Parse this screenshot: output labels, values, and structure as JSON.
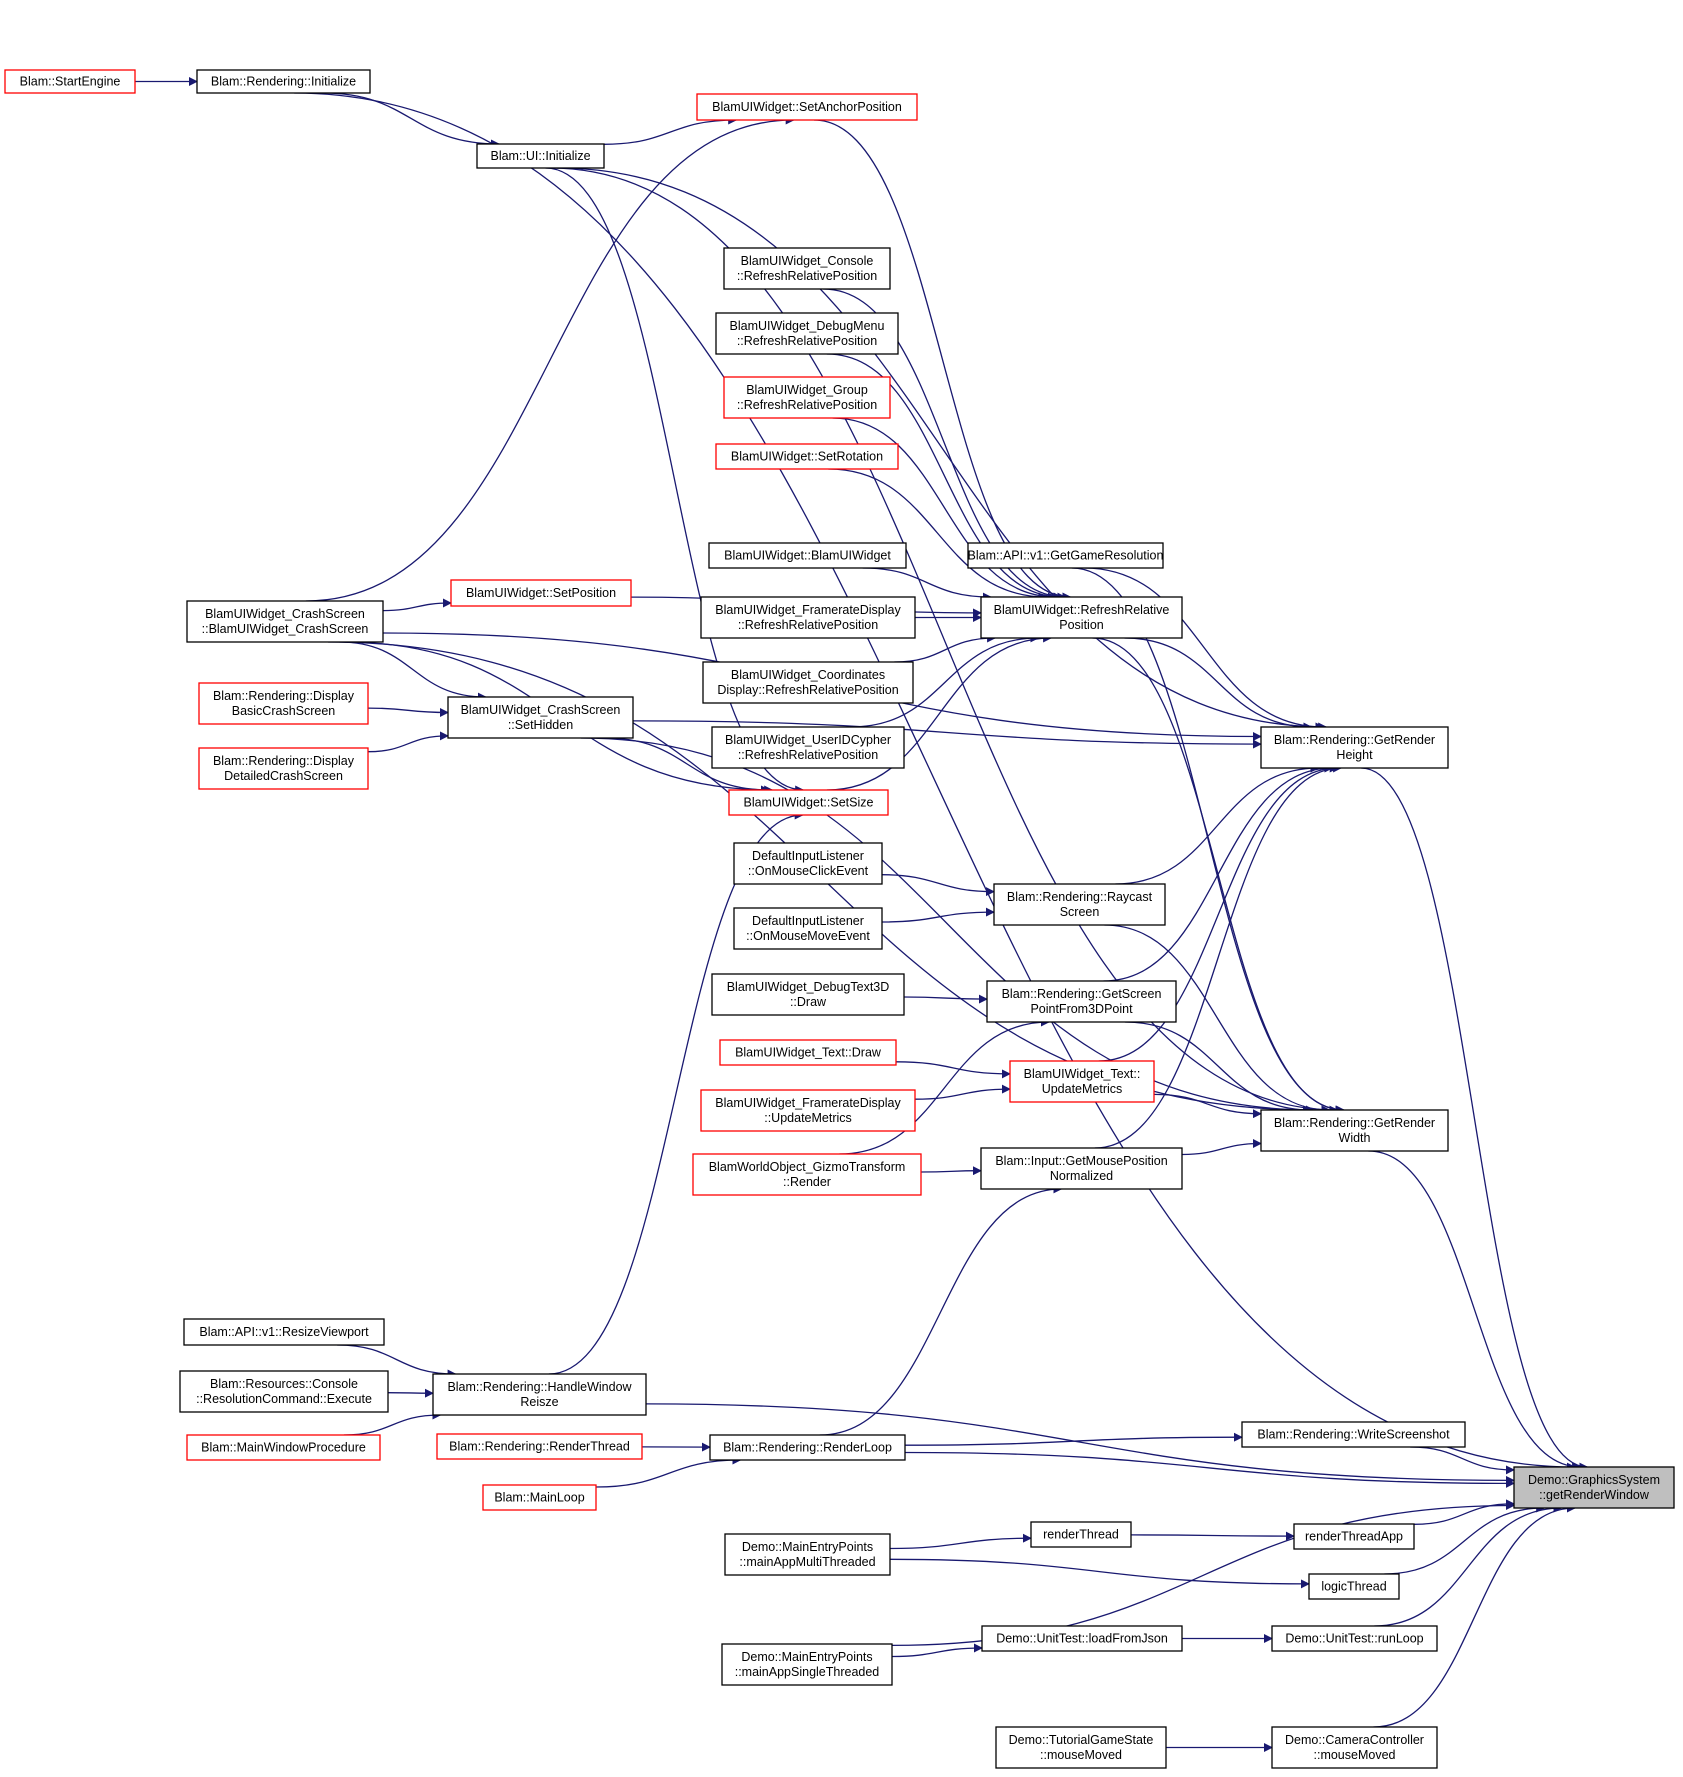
{
  "colors": {
    "edge": "#191970",
    "node_stroke": "#000000",
    "truncated_stroke": "#ff0000",
    "current_fill": "#bfbfbf"
  },
  "nodes": [
    {
      "id": "start_engine",
      "lines": [
        "Blam::StartEngine"
      ],
      "red": true
    },
    {
      "id": "rendering_initialize",
      "lines": [
        "Blam::Rendering::Initialize"
      ]
    },
    {
      "id": "set_anchor_position",
      "lines": [
        "BlamUIWidget::SetAnchorPosition"
      ],
      "red": true
    },
    {
      "id": "ui_initialize",
      "lines": [
        "Blam::UI::Initialize"
      ]
    },
    {
      "id": "console_refresh",
      "lines": [
        "BlamUIWidget_Console",
        "::RefreshRelativePosition"
      ]
    },
    {
      "id": "debugmenu_refresh",
      "lines": [
        "BlamUIWidget_DebugMenu",
        "::RefreshRelativePosition"
      ]
    },
    {
      "id": "group_refresh",
      "lines": [
        "BlamUIWidget_Group",
        "::RefreshRelativePosition"
      ],
      "red": true
    },
    {
      "id": "set_rotation",
      "lines": [
        "BlamUIWidget::SetRotation"
      ],
      "red": true
    },
    {
      "id": "blamuiwidget_ctor",
      "lines": [
        "BlamUIWidget::BlamUIWidget"
      ]
    },
    {
      "id": "get_game_resolution",
      "lines": [
        "Blam::API::v1::GetGameResolution"
      ]
    },
    {
      "id": "crashscreen_ctor",
      "lines": [
        "BlamUIWidget_CrashScreen",
        "::BlamUIWidget_CrashScreen"
      ]
    },
    {
      "id": "set_position",
      "lines": [
        "BlamUIWidget::SetPosition"
      ],
      "red": true
    },
    {
      "id": "framerate_refresh",
      "lines": [
        "BlamUIWidget_FramerateDisplay",
        "::RefreshRelativePosition"
      ]
    },
    {
      "id": "refresh_relative_position",
      "lines": [
        "BlamUIWidget::RefreshRelative",
        "Position"
      ]
    },
    {
      "id": "coordinates_refresh",
      "lines": [
        "BlamUIWidget_Coordinates",
        "Display::RefreshRelativePosition"
      ]
    },
    {
      "id": "display_basic_crash",
      "lines": [
        "Blam::Rendering::Display",
        "BasicCrashScreen"
      ],
      "red": true
    },
    {
      "id": "crashscreen_sethidden",
      "lines": [
        "BlamUIWidget_CrashScreen",
        "::SetHidden"
      ]
    },
    {
      "id": "display_detailed_crash",
      "lines": [
        "Blam::Rendering::Display",
        "DetailedCrashScreen"
      ],
      "red": true
    },
    {
      "id": "useridcypher_refresh",
      "lines": [
        "BlamUIWidget_UserIDCypher",
        "::RefreshRelativePosition"
      ]
    },
    {
      "id": "get_render_height",
      "lines": [
        "Blam::Rendering::GetRender",
        "Height"
      ]
    },
    {
      "id": "set_size",
      "lines": [
        "BlamUIWidget::SetSize"
      ],
      "red": true
    },
    {
      "id": "on_mouse_click",
      "lines": [
        "DefaultInputListener",
        "::OnMouseClickEvent"
      ]
    },
    {
      "id": "raycast_screen",
      "lines": [
        "Blam::Rendering::Raycast",
        "Screen"
      ]
    },
    {
      "id": "on_mouse_move",
      "lines": [
        "DefaultInputListener",
        "::OnMouseMoveEvent"
      ]
    },
    {
      "id": "debugtext3d_draw",
      "lines": [
        "BlamUIWidget_DebugText3D",
        "::Draw"
      ]
    },
    {
      "id": "get_screen_point",
      "lines": [
        "Blam::Rendering::GetScreen",
        "PointFrom3DPoint"
      ]
    },
    {
      "id": "text_draw",
      "lines": [
        "BlamUIWidget_Text::Draw"
      ],
      "red": true
    },
    {
      "id": "text_update_metrics",
      "lines": [
        "BlamUIWidget_Text::",
        "UpdateMetrics"
      ],
      "red": true
    },
    {
      "id": "framerate_update_metrics",
      "lines": [
        "BlamUIWidget_FramerateDisplay",
        "::UpdateMetrics"
      ],
      "red": true
    },
    {
      "id": "get_render_width",
      "lines": [
        "Blam::Rendering::GetRender",
        "Width"
      ]
    },
    {
      "id": "gizmo_render",
      "lines": [
        "BlamWorldObject_GizmoTransform",
        "::Render"
      ],
      "red": true
    },
    {
      "id": "get_mouse_position",
      "lines": [
        "Blam::Input::GetMousePosition",
        "Normalized"
      ]
    },
    {
      "id": "resize_viewport",
      "lines": [
        "Blam::API::v1::ResizeViewport"
      ]
    },
    {
      "id": "resolution_execute",
      "lines": [
        "Blam::Resources::Console",
        "::ResolutionCommand::Execute"
      ]
    },
    {
      "id": "handle_window_resize",
      "lines": [
        "Blam::Rendering::HandleWindow",
        "Reisze"
      ]
    },
    {
      "id": "main_window_procedure",
      "lines": [
        "Blam::MainWindowProcedure"
      ],
      "red": true
    },
    {
      "id": "render_thread",
      "lines": [
        "Blam::Rendering::RenderThread"
      ],
      "red": true
    },
    {
      "id": "render_loop",
      "lines": [
        "Blam::Rendering::RenderLoop"
      ]
    },
    {
      "id": "write_screenshot",
      "lines": [
        "Blam::Rendering::WriteScreenshot"
      ]
    },
    {
      "id": "get_render_window",
      "lines": [
        "Demo::GraphicsSystem",
        "::getRenderWindow"
      ],
      "current": true
    },
    {
      "id": "main_loop",
      "lines": [
        "Blam::MainLoop"
      ],
      "red": true
    },
    {
      "id": "main_app_multi",
      "lines": [
        "Demo::MainEntryPoints",
        "::mainAppMultiThreaded"
      ]
    },
    {
      "id": "render_thread_fn",
      "lines": [
        "renderThread"
      ]
    },
    {
      "id": "render_thread_app",
      "lines": [
        "renderThreadApp"
      ]
    },
    {
      "id": "logic_thread",
      "lines": [
        "logicThread"
      ]
    },
    {
      "id": "main_app_single",
      "lines": [
        "Demo::MainEntryPoints",
        "::mainAppSingleThreaded"
      ]
    },
    {
      "id": "unittest_load",
      "lines": [
        "Demo::UnitTest::loadFromJson"
      ]
    },
    {
      "id": "unittest_runloop",
      "lines": [
        "Demo::UnitTest::runLoop"
      ]
    },
    {
      "id": "tutorial_mouse_moved",
      "lines": [
        "Demo::TutorialGameState",
        "::mouseMoved"
      ]
    },
    {
      "id": "camera_mouse_moved",
      "lines": [
        "Demo::CameraController",
        "::mouseMoved"
      ]
    }
  ],
  "edges": [
    [
      "start_engine",
      "rendering_initialize"
    ],
    [
      "rendering_initialize",
      "ui_initialize"
    ],
    [
      "rendering_initialize",
      "get_render_window"
    ],
    [
      "ui_initialize",
      "set_anchor_position"
    ],
    [
      "ui_initialize",
      "get_render_height"
    ],
    [
      "ui_initialize",
      "set_size"
    ],
    [
      "ui_initialize",
      "get_render_width"
    ],
    [
      "crashscreen_ctor",
      "set_anchor_position"
    ],
    [
      "crashscreen_ctor",
      "get_render_height"
    ],
    [
      "crashscreen_ctor",
      "set_position"
    ],
    [
      "crashscreen_ctor",
      "set_size"
    ],
    [
      "crashscreen_ctor",
      "crashscreen_sethidden"
    ],
    [
      "crashscreen_ctor",
      "get_render_width"
    ],
    [
      "set_anchor_position",
      "refresh_relative_position"
    ],
    [
      "console_refresh",
      "refresh_relative_position"
    ],
    [
      "debugmenu_refresh",
      "refresh_relative_position"
    ],
    [
      "group_refresh",
      "refresh_relative_position"
    ],
    [
      "set_rotation",
      "refresh_relative_position"
    ],
    [
      "blamuiwidget_ctor",
      "refresh_relative_position"
    ],
    [
      "set_position",
      "refresh_relative_position"
    ],
    [
      "framerate_refresh",
      "refresh_relative_position"
    ],
    [
      "coordinates_refresh",
      "refresh_relative_position"
    ],
    [
      "useridcypher_refresh",
      "refresh_relative_position"
    ],
    [
      "set_size",
      "refresh_relative_position"
    ],
    [
      "refresh_relative_position",
      "get_render_height"
    ],
    [
      "refresh_relative_position",
      "get_render_width"
    ],
    [
      "get_game_resolution",
      "get_render_height"
    ],
    [
      "get_game_resolution",
      "get_render_width"
    ],
    [
      "display_basic_crash",
      "crashscreen_sethidden"
    ],
    [
      "display_detailed_crash",
      "crashscreen_sethidden"
    ],
    [
      "crashscreen_sethidden",
      "set_size"
    ],
    [
      "crashscreen_sethidden",
      "get_render_height"
    ],
    [
      "crashscreen_sethidden",
      "get_render_width"
    ],
    [
      "on_mouse_click",
      "raycast_screen"
    ],
    [
      "on_mouse_move",
      "raycast_screen"
    ],
    [
      "raycast_screen",
      "get_render_height"
    ],
    [
      "raycast_screen",
      "get_render_width"
    ],
    [
      "debugtext3d_draw",
      "get_screen_point"
    ],
    [
      "get_screen_point",
      "get_render_height"
    ],
    [
      "get_screen_point",
      "get_render_width"
    ],
    [
      "text_draw",
      "text_update_metrics"
    ],
    [
      "framerate_update_metrics",
      "text_update_metrics"
    ],
    [
      "text_update_metrics",
      "get_render_height"
    ],
    [
      "text_update_metrics",
      "get_render_width"
    ],
    [
      "gizmo_render",
      "get_screen_point"
    ],
    [
      "gizmo_render",
      "get_mouse_position"
    ],
    [
      "get_mouse_position",
      "get_render_height"
    ],
    [
      "get_mouse_position",
      "get_render_width"
    ],
    [
      "get_render_height",
      "get_render_window"
    ],
    [
      "get_render_width",
      "get_render_window"
    ],
    [
      "resize_viewport",
      "handle_window_resize"
    ],
    [
      "resolution_execute",
      "handle_window_resize"
    ],
    [
      "main_window_procedure",
      "handle_window_resize"
    ],
    [
      "handle_window_resize",
      "set_size"
    ],
    [
      "handle_window_resize",
      "get_render_window"
    ],
    [
      "render_thread",
      "render_loop"
    ],
    [
      "main_loop",
      "render_loop"
    ],
    [
      "render_loop",
      "get_mouse_position"
    ],
    [
      "render_loop",
      "write_screenshot"
    ],
    [
      "render_loop",
      "get_render_window"
    ],
    [
      "write_screenshot",
      "get_render_window"
    ],
    [
      "main_app_multi",
      "render_thread_fn"
    ],
    [
      "main_app_multi",
      "logic_thread"
    ],
    [
      "render_thread_fn",
      "render_thread_app"
    ],
    [
      "render_thread_app",
      "get_render_window"
    ],
    [
      "logic_thread",
      "get_render_window"
    ],
    [
      "main_app_single",
      "unittest_load"
    ],
    [
      "main_app_single",
      "get_render_window"
    ],
    [
      "unittest_load",
      "unittest_runloop"
    ],
    [
      "unittest_runloop",
      "get_render_window"
    ],
    [
      "tutorial_mouse_moved",
      "camera_mouse_moved"
    ],
    [
      "camera_mouse_moved",
      "get_render_window"
    ]
  ]
}
